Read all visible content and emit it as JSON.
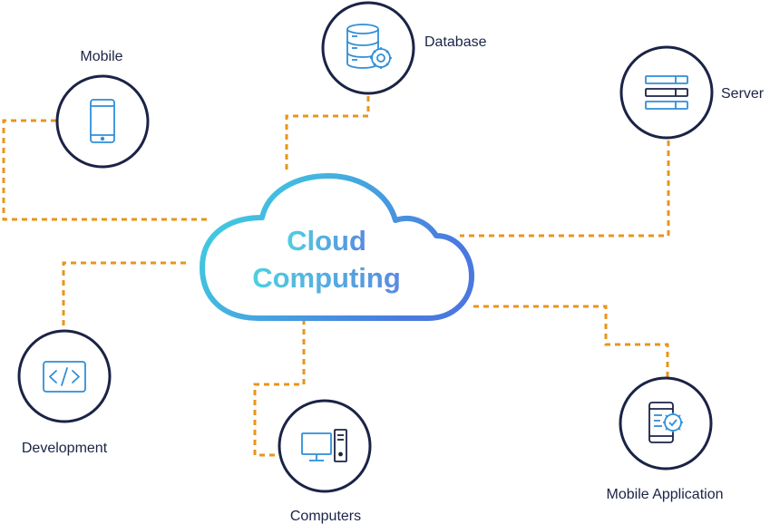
{
  "cloud": {
    "line1": "Cloud",
    "line2": "Computing"
  },
  "nodes": {
    "mobile": {
      "label": "Mobile",
      "icon": "smartphone-icon"
    },
    "database": {
      "label": "Database",
      "icon": "database-gear-icon"
    },
    "server": {
      "label": "Server",
      "icon": "server-rack-icon"
    },
    "development": {
      "label": "Development",
      "icon": "code-brackets-icon"
    },
    "computers": {
      "label": "Computers",
      "icon": "desktop-computer-icon"
    },
    "mobile_application": {
      "label": "Mobile Application",
      "icon": "mobile-app-gear-icon"
    }
  },
  "colors": {
    "circle_stroke": "#1b2346",
    "icon_stroke": "#2f8fd8",
    "connector": "#e8951e",
    "cloud_gradient_start": "#3fd8e0",
    "cloud_gradient_end": "#4a78e0"
  }
}
